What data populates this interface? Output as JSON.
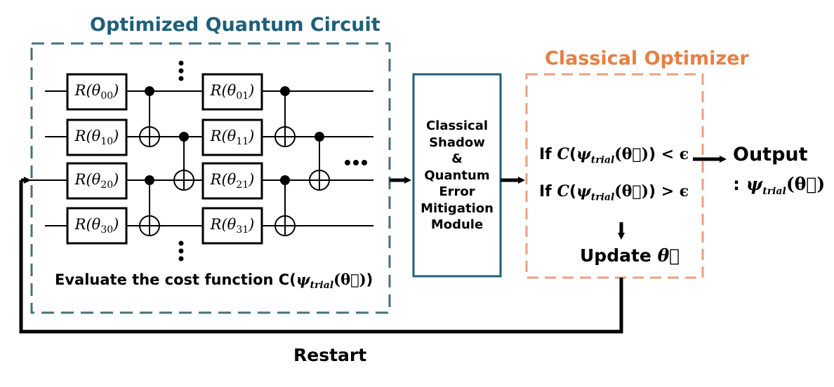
{
  "titles": {
    "quantum_circuit": "Optimized Quantum Circuit",
    "classical_optimizer": "Classical Optimizer"
  },
  "gates": {
    "g00": "00",
    "g01": "01",
    "g10": "10",
    "g11": "11",
    "g20": "20",
    "g21": "21",
    "g30": "30",
    "g31": "31"
  },
  "gate_symbol": "R",
  "theta": "θ",
  "cost_text": "Evaluate the cost function",
  "psi_sub": "trial",
  "module_lines": [
    "Classical",
    "Shadow",
    "&",
    "Quantum",
    "Error",
    "Mitigation",
    "Module"
  ],
  "conditions": {
    "prefix": "If",
    "lt": "< ϵ",
    "gt": "> ϵ"
  },
  "update_label": "Update",
  "output_label": "Output",
  "output_prefix": ":",
  "restart_label": "Restart",
  "colors": {
    "blue": "#1e5f7a",
    "orange": "#e58044",
    "module_border": "#1e5f7a",
    "dash_blue": "#46707e",
    "dash_orange": "#e8a07f"
  }
}
